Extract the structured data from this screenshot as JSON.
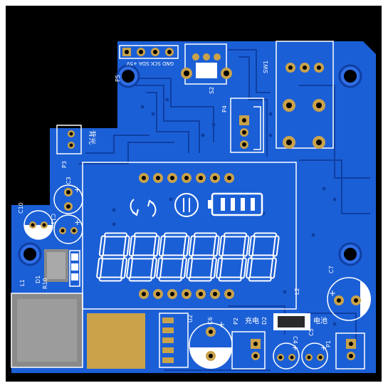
{
  "colors": {
    "background": "#ffffff",
    "board_edge": "#000000",
    "copper": "#1b5fd6",
    "trace": "#0e3fa3",
    "silkscreen": "#ffffff",
    "pad_gold": "#c9a24a",
    "inductor_metal": "#8a8a8a",
    "segment_color": "#ffffff"
  },
  "labels": {
    "p5": "P5",
    "p5_pins": "GND SCK SDA +5V",
    "s2": "S2",
    "sw1": "SW1",
    "p4": "P4",
    "p3": "P3",
    "p3_text": "背光",
    "c3": "C3",
    "c10": "C10",
    "c11": "C11",
    "r10": "R10",
    "d1": "D1",
    "l1": "L1",
    "u2": "U2",
    "c6": "C6",
    "p2": "P2",
    "p2_text": "充电",
    "d2": "D2",
    "c4": "C4",
    "c5": "C5",
    "p1": "P1",
    "p1_text": "电池",
    "l2": "L2",
    "c7": "C7"
  },
  "display": {
    "digits": 6,
    "state": "all-segments-off"
  },
  "battery_icon": {
    "bars": 4
  }
}
